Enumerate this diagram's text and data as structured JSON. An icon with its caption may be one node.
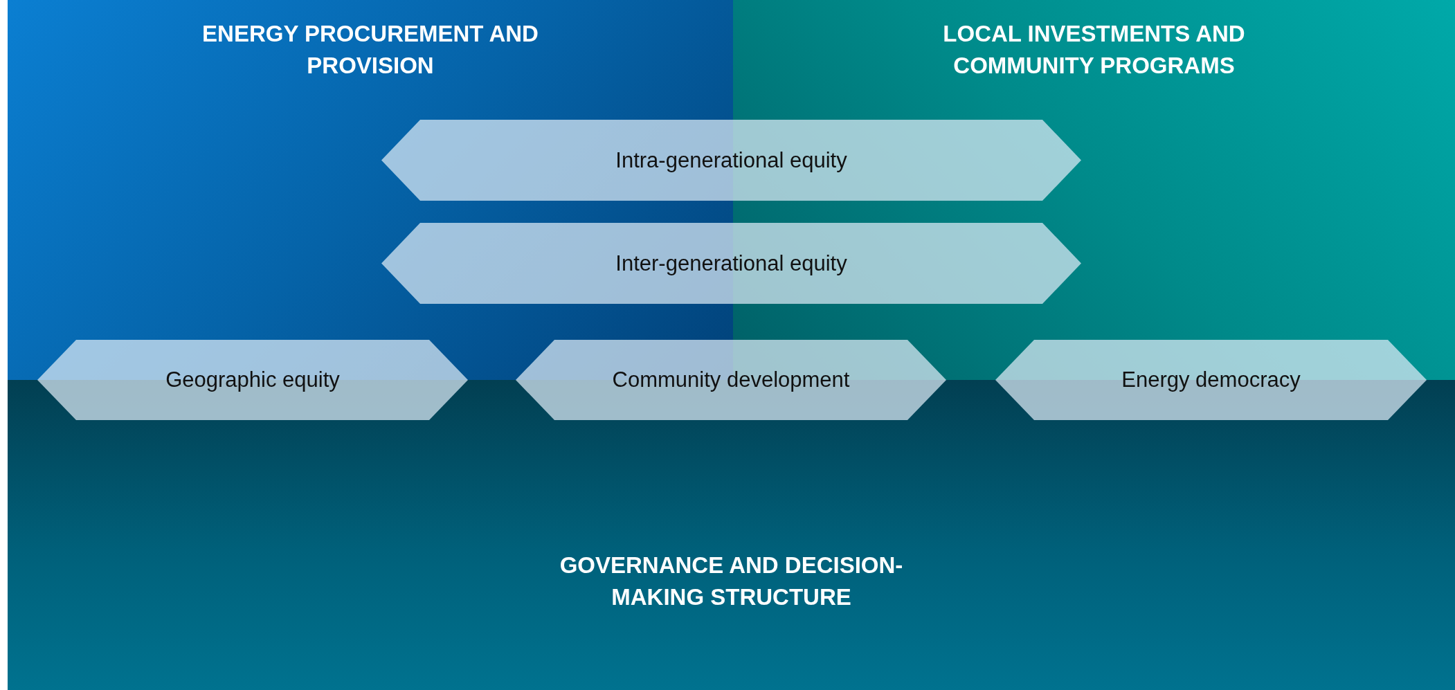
{
  "diagram": {
    "nodes": [
      {
        "text": [
          "ENERGY PROCUREMENT AND PROVISION"
        ]
      },
      {
        "text": [
          "LOCAL INVESTMENTS AND COMMUNITY PROGRAMS"
        ]
      },
      {
        "text": [
          "GOVERNANCE AND DECISION-MAKING STRUCTURE"
        ]
      },
      {
        "text": [
          "Intra-generational equity"
        ]
      },
      {
        "text": [
          "Inter-generational equity"
        ]
      },
      {
        "text": [
          "Geographic equity"
        ]
      },
      {
        "text": [
          "Community development"
        ]
      },
      {
        "text": [
          "Energy democracy"
        ]
      }
    ]
  }
}
